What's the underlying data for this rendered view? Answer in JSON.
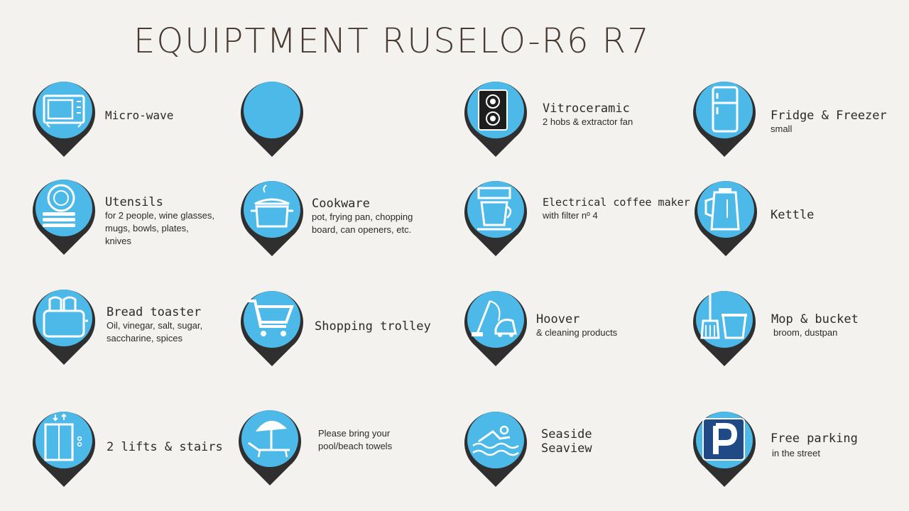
{
  "title": "EQUIPTMENT RUSELO-R6 R7",
  "items": [
    {
      "heading": "Micro-wave",
      "sub": [
        "",
        ""
      ],
      "icon": "microwave-icon"
    },
    {
      "heading": "",
      "sub": [
        "",
        ""
      ],
      "icon": "blank-pin-icon"
    },
    {
      "heading": "Vitroceramic",
      "sub": [
        "2 hobs & extractor fan",
        ""
      ],
      "icon": "cooktop-icon"
    },
    {
      "heading": "Fridge & Freezer",
      "sub": [
        "small",
        ""
      ],
      "icon": "fridge-icon"
    },
    {
      "heading": "Utensils",
      "sub": [
        "for 2 people, wine glasses,",
        "mugs, bowls, plates,",
        "knives"
      ],
      "icon": "dishes-icon"
    },
    {
      "heading": "Cookware",
      "sub": [
        "pot, frying pan, chopping",
        "board,  can openers, etc."
      ],
      "icon": "cooking-pot-icon"
    },
    {
      "heading": "Electrical coffee maker",
      "sub": [
        "with filter nº 4",
        ""
      ],
      "icon": "coffee-maker-icon"
    },
    {
      "heading": "Kettle",
      "sub": [
        "",
        ""
      ],
      "icon": "kettle-icon"
    },
    {
      "heading": "Bread toaster",
      "sub": [
        "Oil, vinegar, salt, sugar,",
        "saccharine, spices"
      ],
      "icon": "toaster-icon"
    },
    {
      "heading": "Shopping trolley",
      "sub": [
        "",
        ""
      ],
      "icon": "shopping-cart-icon"
    },
    {
      "heading": "Hoover",
      "sub": [
        "& cleaning products",
        ""
      ],
      "icon": "vacuum-cleaner-icon"
    },
    {
      "heading": "Mop & bucket",
      "sub": [
        "broom, dustpan",
        ""
      ],
      "icon": "mop-bucket-icon"
    },
    {
      "heading": "2 lifts & stairs",
      "sub": [
        "",
        ""
      ],
      "icon": "elevator-icon"
    },
    {
      "heading": "",
      "sub": [
        "Please bring your",
        "pool/beach towels"
      ],
      "icon": "beach-umbrella-icon"
    },
    {
      "heading": "Seaside",
      "heading2": "Seaview",
      "sub": [
        "",
        ""
      ],
      "icon": "swimming-icon"
    },
    {
      "heading": "Free parking",
      "sub": [
        "in the street",
        ""
      ],
      "icon": "parking-icon"
    }
  ],
  "colors": {
    "pin_fill": "#4db9e8",
    "pin_ring": "#2f2f2f",
    "icon": "#ffffff",
    "background": "#f4f2ef"
  }
}
